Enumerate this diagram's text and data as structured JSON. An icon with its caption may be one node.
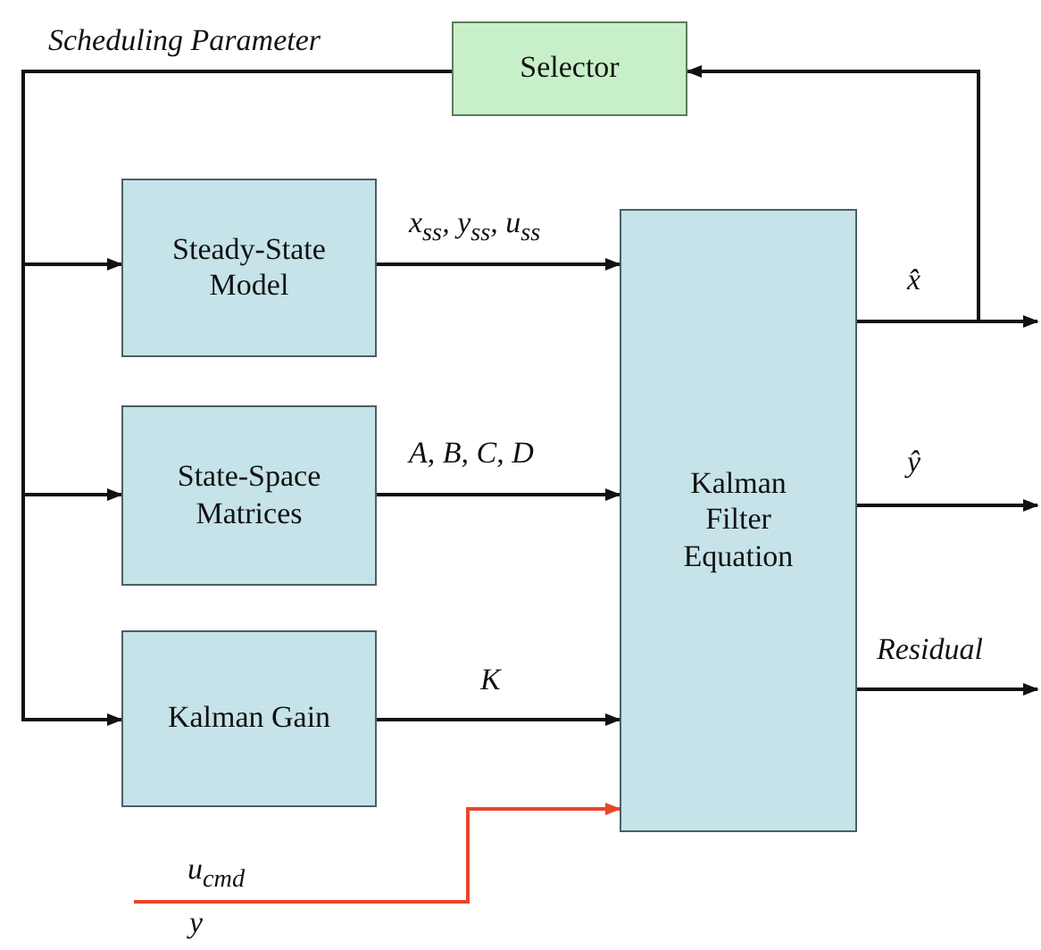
{
  "diagram": {
    "nodes": [
      {
        "text": [
          "Selector"
        ]
      },
      {
        "text": [
          "Steady-State Model"
        ]
      },
      {
        "text": [
          "State-Space Matrices"
        ]
      },
      {
        "text": [
          "Kalman Gain"
        ]
      },
      {
        "text": [
          "Kalman Filter Equation"
        ]
      }
    ],
    "edges": [
      {
        "from": 0,
        "to": 1,
        "arrow": "to",
        "label": "Scheduling Parameter"
      },
      {
        "from": 0,
        "to": 2,
        "arrow": "to"
      },
      {
        "from": 0,
        "to": 3,
        "arrow": "to"
      },
      {
        "from": 1,
        "to": 4,
        "arrow": "to",
        "label": "x$_{ss}$, y$_{ss}$, u$_{ss}$"
      },
      {
        "from": 2,
        "to": 4,
        "arrow": "to",
        "label": "A, B, C, D"
      },
      {
        "from": 3,
        "to": 4,
        "arrow": "to",
        "label": "K"
      },
      {
        "from": 4,
        "to": null,
        "arrow": "to",
        "label": "x̂"
      },
      {
        "from": 4,
        "to": null,
        "arrow": "to",
        "label": "ŷ"
      },
      {
        "from": 4,
        "to": null,
        "arrow": "to",
        "label": "Residual"
      },
      {
        "from": 4,
        "to": 0,
        "arrow": "to"
      },
      {
        "from": null,
        "to": 4,
        "arrow": "to",
        "label": "u$_{cmd}$",
        "color": "#e8462a"
      }
    ],
    "labels": [
      "y"
    ]
  }
}
